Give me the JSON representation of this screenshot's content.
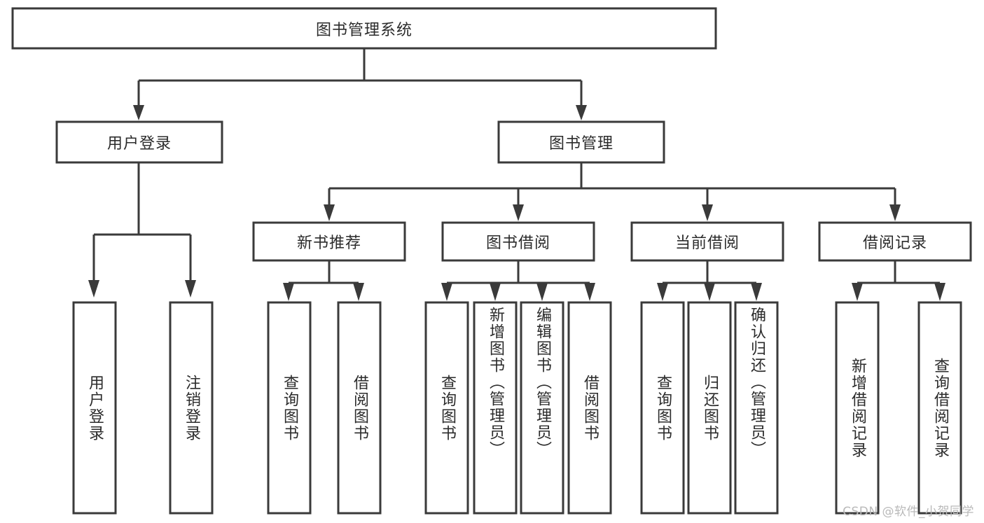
{
  "diagram": {
    "title": "图书管理系统",
    "type": "hierarchy-tree",
    "root": {
      "id": "root",
      "label": "图书管理系统"
    },
    "level1": [
      {
        "id": "user-login",
        "label": "用户登录"
      },
      {
        "id": "book-manage",
        "label": "图书管理"
      }
    ],
    "level2": [
      {
        "id": "new-book-rec",
        "label": "新书推荐",
        "parent": "book-manage"
      },
      {
        "id": "book-borrow",
        "label": "图书借阅",
        "parent": "book-manage"
      },
      {
        "id": "current-borrow",
        "label": "当前借阅",
        "parent": "book-manage"
      },
      {
        "id": "borrow-record",
        "label": "借阅记录",
        "parent": "book-manage"
      }
    ],
    "leaves": {
      "user-login": [
        {
          "id": "leaf-user-login",
          "label": "用户登录"
        },
        {
          "id": "leaf-user-logout",
          "label": "注销登录"
        }
      ],
      "new-book-rec": [
        {
          "id": "leaf-query-book-1",
          "label": "查询图书"
        },
        {
          "id": "leaf-borrow-book-1",
          "label": "借阅图书"
        }
      ],
      "book-borrow": [
        {
          "id": "leaf-query-book-2",
          "label": "查询图书"
        },
        {
          "id": "leaf-add-book",
          "label": "新增图书（管理员）"
        },
        {
          "id": "leaf-edit-book",
          "label": "编辑图书（管理员）"
        },
        {
          "id": "leaf-borrow-book-2",
          "label": "借阅图书"
        }
      ],
      "current-borrow": [
        {
          "id": "leaf-query-book-3",
          "label": "查询图书"
        },
        {
          "id": "leaf-return-book",
          "label": "归还图书"
        },
        {
          "id": "leaf-confirm-return",
          "label": "确认归还（管理员）"
        }
      ],
      "borrow-record": [
        {
          "id": "leaf-add-record",
          "label": "新增借阅记录"
        },
        {
          "id": "leaf-query-record",
          "label": "查询借阅记录"
        }
      ]
    }
  },
  "watermark": {
    "text": "CSDN @软件_小贺同学"
  },
  "colors": {
    "stroke": "#3a3a3a",
    "box_fill": "#ffffff",
    "text": "#2b2b2b",
    "background": "#ffffff",
    "watermark": "#b9b9b9"
  }
}
